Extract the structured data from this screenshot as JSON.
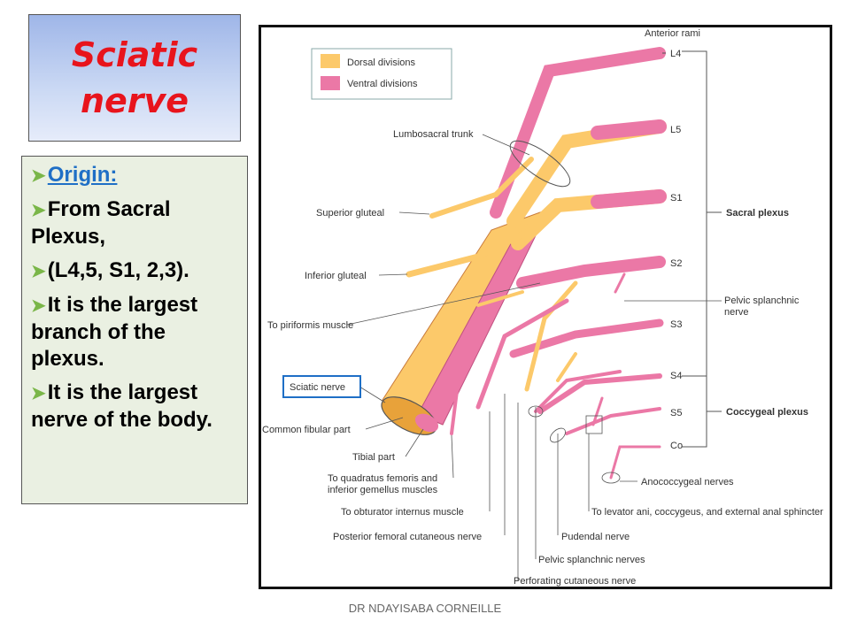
{
  "slide": {
    "title_line1": "Sciatic",
    "title_line2": "nerve",
    "footer": "DR NDAYISABA CORNEILLE"
  },
  "bullets": [
    {
      "text": "Origin:",
      "style": "link"
    },
    {
      "text": "From Sacral Plexus,"
    },
    {
      "text": "(L4,5, S1, 2,3)."
    },
    {
      "text": "It is the largest branch of the plexus."
    },
    {
      "text": "It is the largest nerve of the body."
    }
  ],
  "diagram": {
    "legend": {
      "dorsal": "Dorsal divisions",
      "ventral": "Ventral divisions"
    },
    "top_label": "Anterior rami",
    "roots": [
      "L4",
      "L5",
      "S1",
      "S2",
      "S3",
      "S4",
      "S5",
      "Co"
    ],
    "groups": {
      "sacral": "Sacral plexus",
      "coccygeal": "Coccygeal plexus"
    },
    "left_labels": {
      "lumbosacral": "Lumbosacral trunk",
      "sup_gluteal": "Superior gluteal",
      "inf_gluteal": "Inferior gluteal",
      "piriformis": "To piriformis muscle",
      "sciatic": "Sciatic nerve",
      "common_fibular": "Common fibular part",
      "tibial": "Tibial part",
      "quadratus1": "To quadratus femoris and",
      "quadratus2": "inferior gemellus muscles",
      "obturator": "To obturator internus muscle",
      "post_femoral": "Posterior femoral cutaneous nerve"
    },
    "right_labels": {
      "pelvic_splanchnic1": "Pelvic splanchnic",
      "pelvic_splanchnic2": "nerve",
      "anococcygeal": "Anococcygeal nerves",
      "levator": "To levator ani, coccygeus, and external anal sphincter",
      "pudendal": "Pudendal nerve",
      "pelvic_splanchnic_nerves": "Pelvic splanchnic nerves",
      "perforating": "Perforating cutaneous nerve"
    },
    "colors": {
      "dorsal": "#fcc96a",
      "ventral": "#eb78a6",
      "outline": "#c87a3a"
    }
  }
}
